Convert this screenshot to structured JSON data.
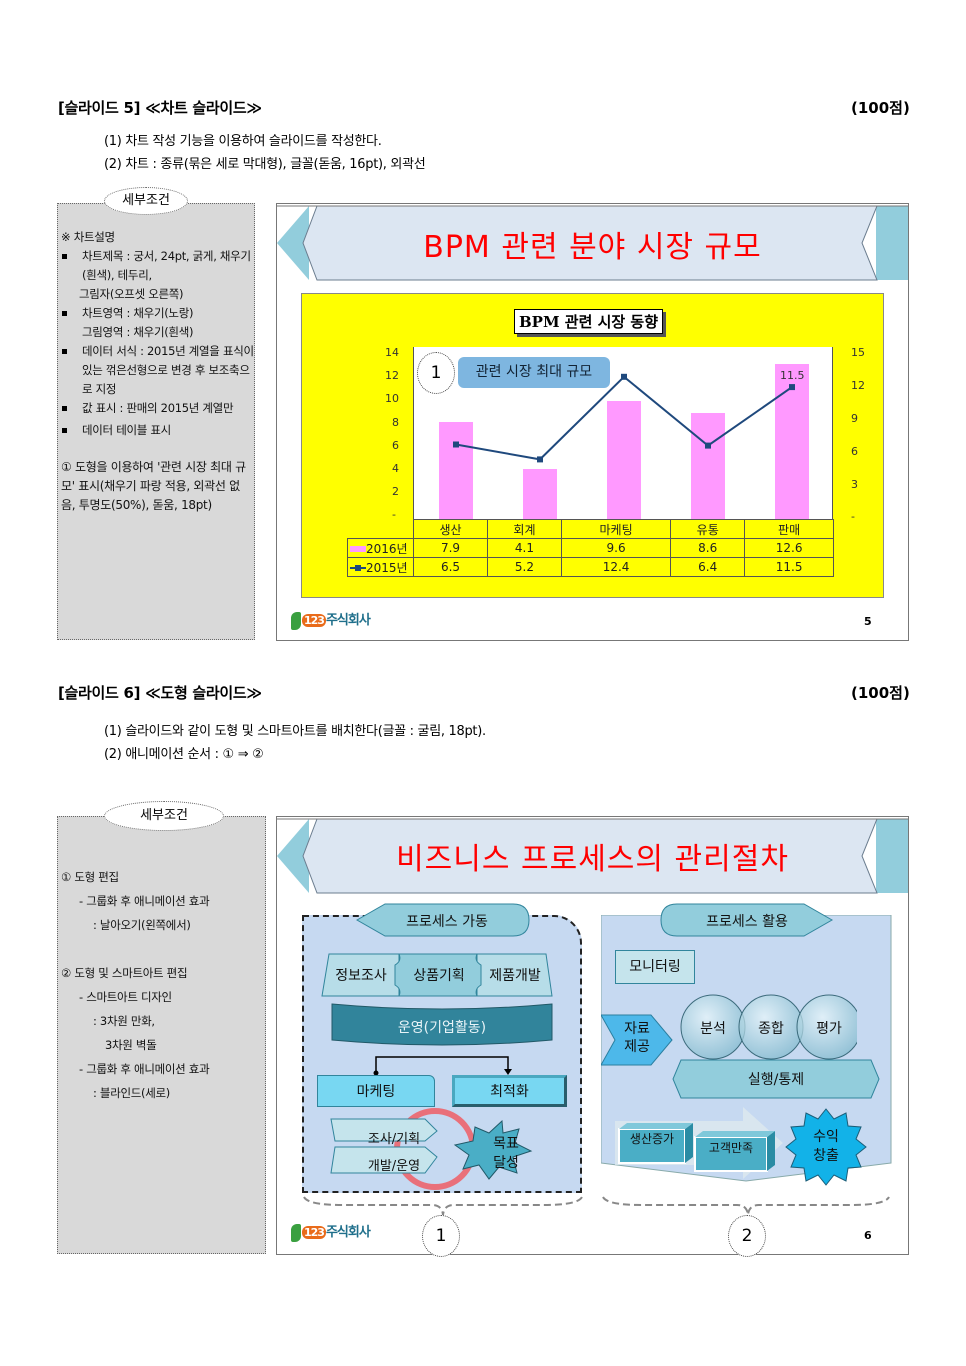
{
  "slide5": {
    "heading": "[슬라이드 5] ≪차트 슬라이드≫",
    "score": "(100점)",
    "instructions": [
      "(1) 차트 작성 기능을 이용하여 슬라이드를 작성한다.",
      "(2) 차트 : 종류(묶은 세로 막대형), 글꼴(돋움, 16pt), 외곽선"
    ],
    "conditions": {
      "label": "세부조건",
      "header": "※ 차트설명",
      "items": [
        "차트제목 : 궁서, 24pt, 굵게, 채우기(흰색), 테두리,",
        "그림자(오프셋 오른쪽)",
        "차트영역 : 채우기(노랑)",
        "그림영역 : 채우기(흰색)",
        "데이터 서식 : 2015년 계열을 표식이 있는 꺾은선형으로 변경 후 보조축으로 지정",
        "값 표시 : 판매의 2015년 계열만",
        "데이터 테이블 표시"
      ],
      "note": "① 도형을 이용하여 '관련 시장 최대 규모' 표시(채우기 파랑 적용, 외곽선 없음, 투명도(50%), 돋움, 18pt)"
    },
    "title": "BPM 관련 분야 시장 규모",
    "chart_title": "BPM 관련 시장 동향",
    "callout": "관련 시장 최대 규모",
    "callout_number": "1",
    "logo_number": "123",
    "logo_text": "주식회사",
    "page": "5"
  },
  "chart_data": {
    "type": "bar",
    "title": "BPM 관련 시장 동향",
    "categories": [
      "생산",
      "회계",
      "마케팅",
      "유통",
      "판매"
    ],
    "series": [
      {
        "name": "2016년",
        "type": "bar",
        "axis": "primary",
        "color": "#ff99ff",
        "values": [
          7.9,
          4.1,
          9.6,
          8.6,
          12.6
        ]
      },
      {
        "name": "2015년",
        "type": "line",
        "axis": "secondary",
        "color": "#1f497d",
        "values": [
          6.5,
          5.2,
          12.4,
          6.4,
          11.5
        ]
      }
    ],
    "data_labels": [
      {
        "series": "2015년",
        "category": "판매",
        "value": "11.5"
      }
    ],
    "y_ticks": [
      "14",
      "12",
      "10",
      "8",
      "6",
      "4",
      "2",
      "-"
    ],
    "y2_ticks": [
      "15",
      "12",
      "9",
      "6",
      "3",
      "-"
    ],
    "ylim": [
      0,
      14
    ],
    "y2lim": [
      0,
      15
    ],
    "data_table": true,
    "legend_position": "data table",
    "background": "#ffff00",
    "plot_background": "#ffffff"
  },
  "slide6": {
    "heading": "[슬라이드 6] ≪도형 슬라이드≫",
    "score": "(100점)",
    "instructions": [
      "(1) 슬라이드와 같이 도형 및 스마트아트를 배치한다(글꼴 : 굴림, 18pt).",
      "(2) 애니메이션 순서 : ① ⇒ ②"
    ],
    "conditions": {
      "label": "세부조건",
      "lines": [
        "① 도형 편집",
        "- 그룹화 후 애니메이션 효과",
        ": 날아오기(왼쪽에서)",
        "",
        "② 도형 및 스마트아트 편집",
        "- 스마트아트 디자인",
        ": 3차원 만화,",
        "3차원 벽돌",
        "- 그룹화 후 애니메이션 효과",
        ": 블라인드(세로)"
      ]
    },
    "title": "비즈니스 프로세스의 관리절차",
    "group1": {
      "header": "프로세스 가동",
      "row1": [
        "정보조사",
        "상품기획",
        "제품개발"
      ],
      "band": "운영(기업활동)",
      "left_box": "마케팅",
      "right_box": "최적화",
      "arrows": [
        "조사/기획",
        "개발/운영"
      ],
      "star": [
        "목표",
        "달성"
      ],
      "number": "1"
    },
    "group2": {
      "header": "프로세스 활용",
      "note": "모니터링",
      "chevron": [
        "자료",
        "제공"
      ],
      "circles": [
        "분석",
        "종합",
        "평가"
      ],
      "hexagon": "실행/통제",
      "blocks": [
        "생산증가",
        "고객만족"
      ],
      "seal": [
        "수익",
        "창출"
      ],
      "number": "2"
    },
    "logo_number": "123",
    "logo_text": "주식회사",
    "page": "6"
  }
}
